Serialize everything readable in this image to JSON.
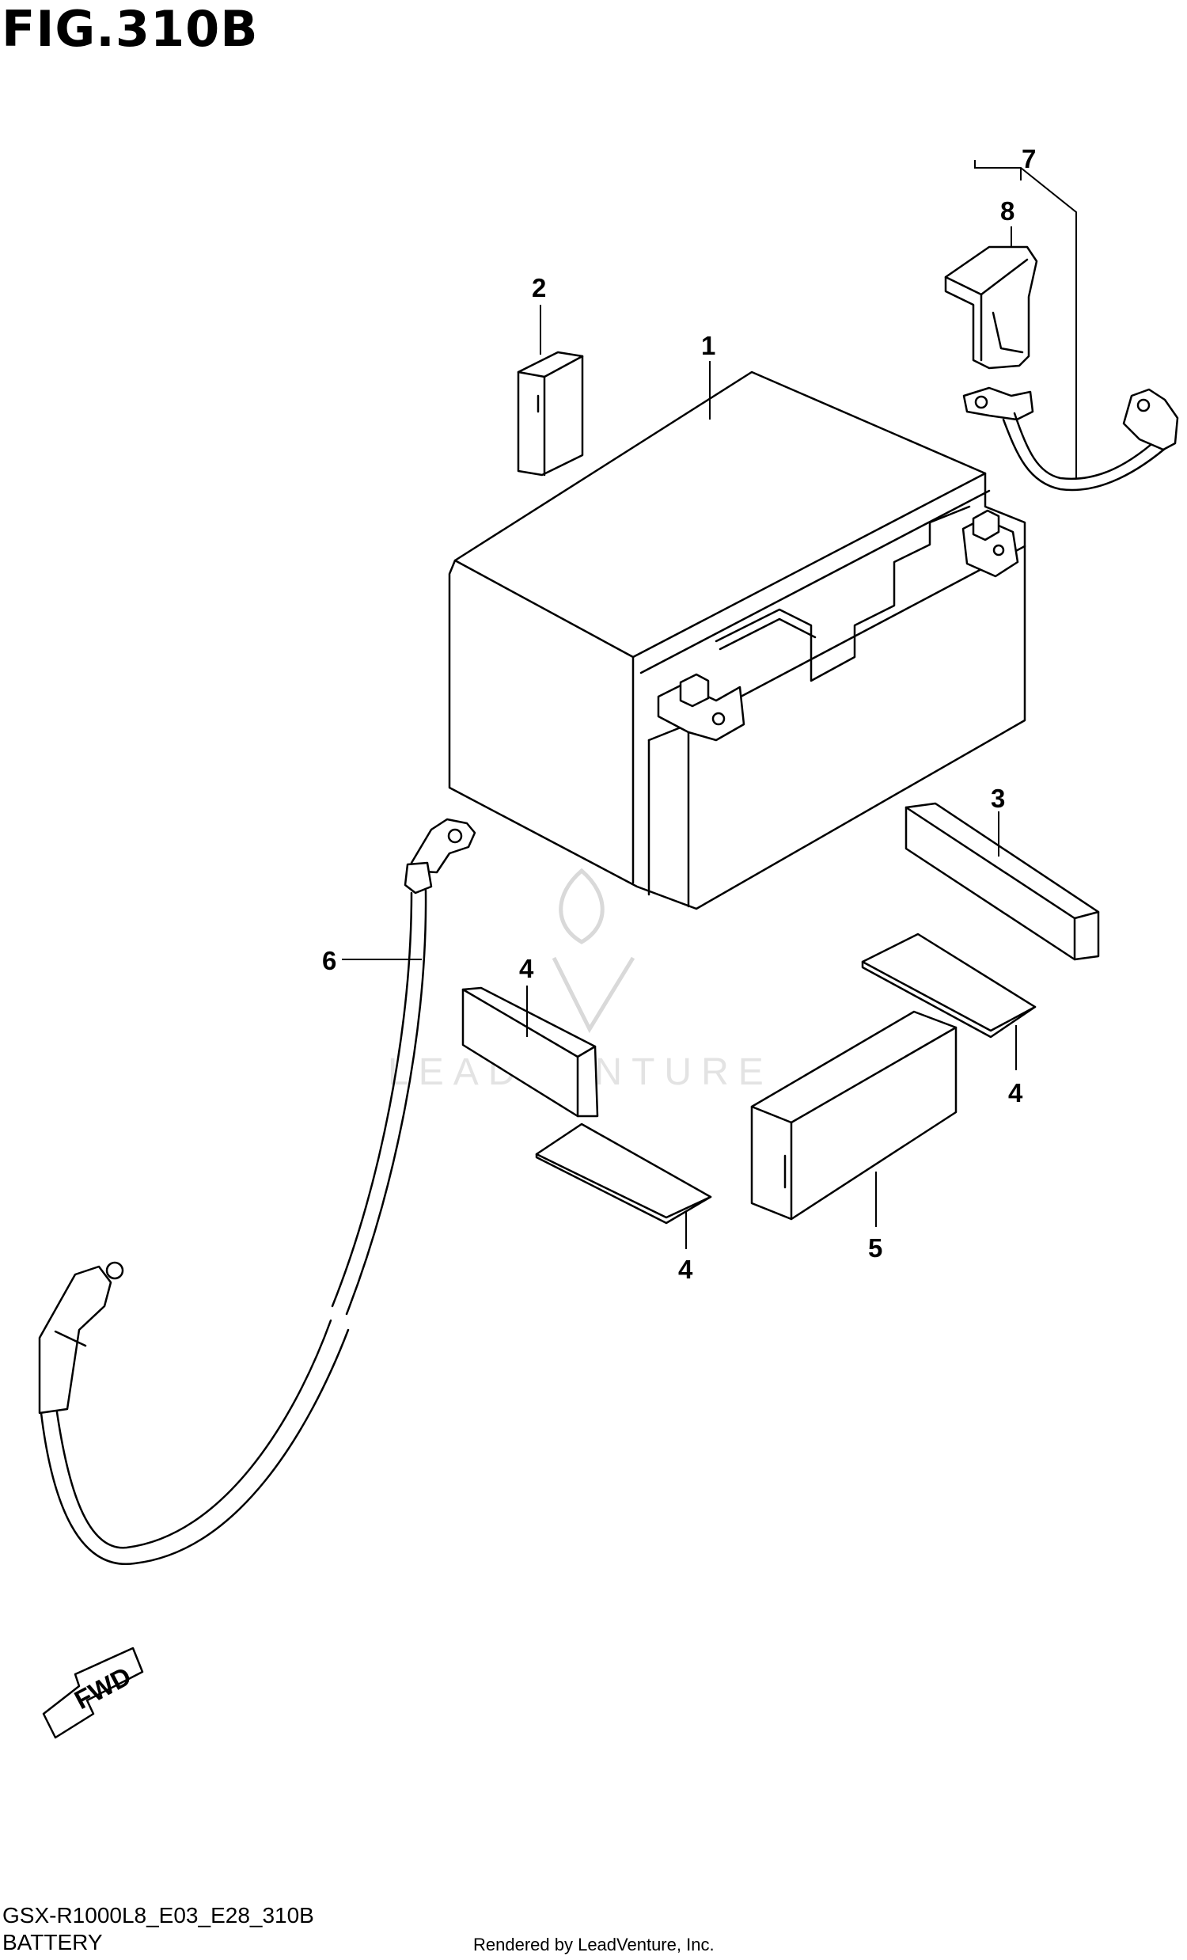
{
  "figure": {
    "title": "FIG.310B",
    "model_code": "GSX-R1000L8_E03_E28_310B",
    "section_name": "BATTERY",
    "rendered_by": "Rendered by LeadVenture, Inc.",
    "watermark": "LEADVENTURE"
  },
  "callouts": {
    "c1": "1",
    "c2": "2",
    "c3": "3",
    "c4a": "4",
    "c4b": "4",
    "c4c": "4",
    "c5": "5",
    "c6": "6",
    "c7": "7",
    "c8": "8"
  },
  "fwd_label": "FWD"
}
